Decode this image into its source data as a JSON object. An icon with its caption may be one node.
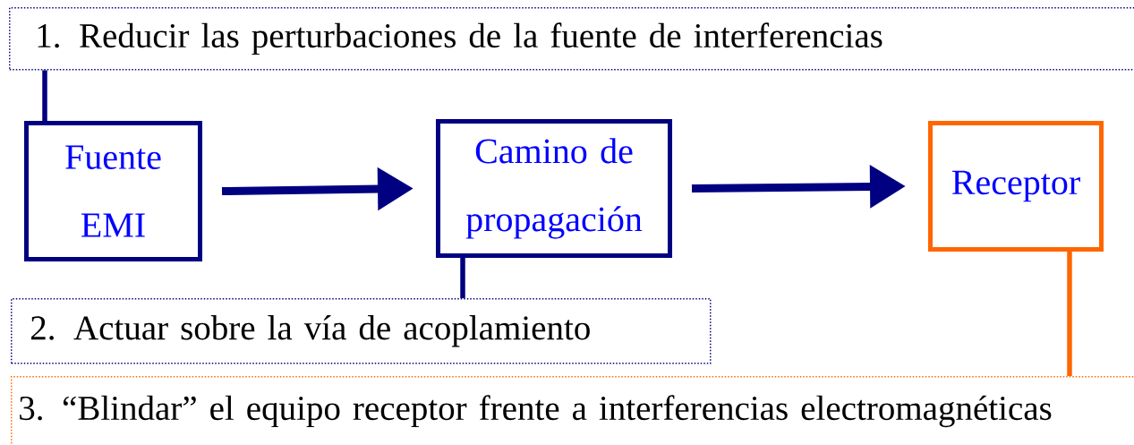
{
  "diagram": {
    "nodes": [
      {
        "text": [
          "1. Reducir las perturbaciones de la fuente de interferencias"
        ]
      },
      {
        "text": [
          "Fuente EMI"
        ]
      },
      {
        "text": [
          "Camino de propagación"
        ]
      },
      {
        "text": [
          "Receptor"
        ]
      },
      {
        "text": [
          "2. Actuar sobre la vía de acoplamiento"
        ]
      },
      {
        "text": [
          "3. “Blindar” el equipo receptor frente a interferencias electromagnéticas"
        ]
      }
    ],
    "edges": [
      {
        "from": 1,
        "to": 2,
        "arrow": "to"
      },
      {
        "from": 2,
        "to": 3,
        "arrow": "to"
      },
      {
        "from": 0,
        "to": 1,
        "arrow": "none"
      },
      {
        "from": 2,
        "to": 4,
        "arrow": "none"
      },
      {
        "from": 3,
        "to": 5,
        "arrow": "none",
        "color": "#ff6600"
      }
    ]
  }
}
